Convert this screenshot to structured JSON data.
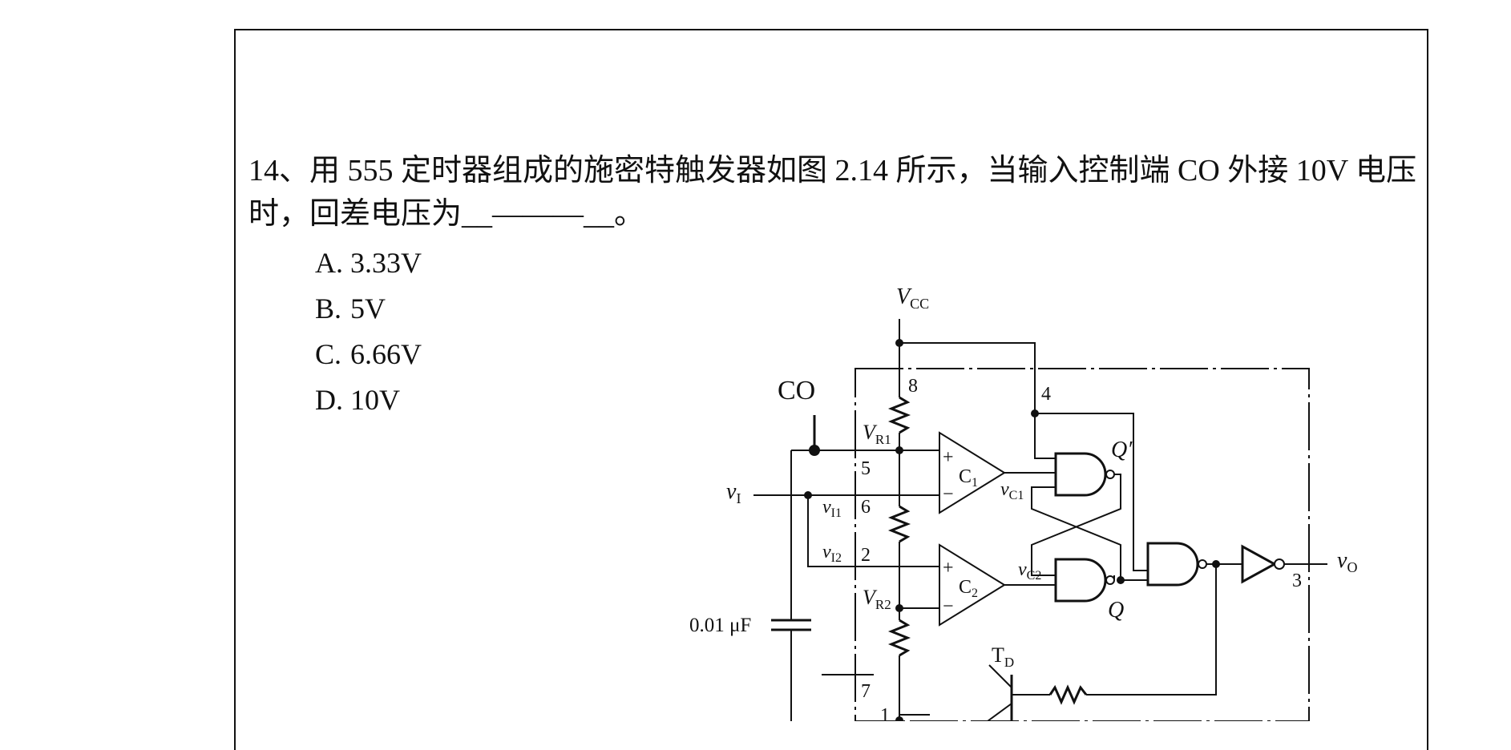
{
  "question": {
    "number": "14、",
    "text_line1": "用 555 定时器组成的施密特触发器如图 2.14 所示，当输入控制端 CO 外接 10V 电压",
    "text_line2_prefix": "时，回差电压为",
    "blank": "__———__",
    "text_line2_suffix": "。"
  },
  "options": [
    {
      "key": "A.",
      "value": "3.33V"
    },
    {
      "key": "B.",
      "value": "5V"
    },
    {
      "key": "C.",
      "value": "6.66V"
    },
    {
      "key": "D.",
      "value": "10V"
    }
  ],
  "circuit": {
    "vcc": "V",
    "vcc_sub": "CC",
    "co": "CO",
    "pin8": "8",
    "pin4": "4",
    "pin5": "5",
    "pin6": "6",
    "pin2": "2",
    "pin7": "7",
    "pin1": "1",
    "pin3": "3",
    "vr1": "V",
    "vr1_sub": "R1",
    "vr2": "V",
    "vr2_sub": "R2",
    "vi": "v",
    "vi_sub": "I",
    "vi1": "v",
    "vi1_sub": "I1",
    "vi2": "v",
    "vi2_sub": "I2",
    "vc1": "v",
    "vc1_sub": "C1",
    "vc2": "v",
    "vc2_sub": "C2",
    "vo": "v",
    "vo_sub": "O",
    "c1": "C",
    "c1_sub": "1",
    "c2": "C",
    "c2_sub": "2",
    "plus": "+",
    "minus": "−",
    "q_prime": "Q′",
    "q": "Q",
    "td": "T",
    "td_sub": "D",
    "capacitor": "0.01 μF"
  }
}
